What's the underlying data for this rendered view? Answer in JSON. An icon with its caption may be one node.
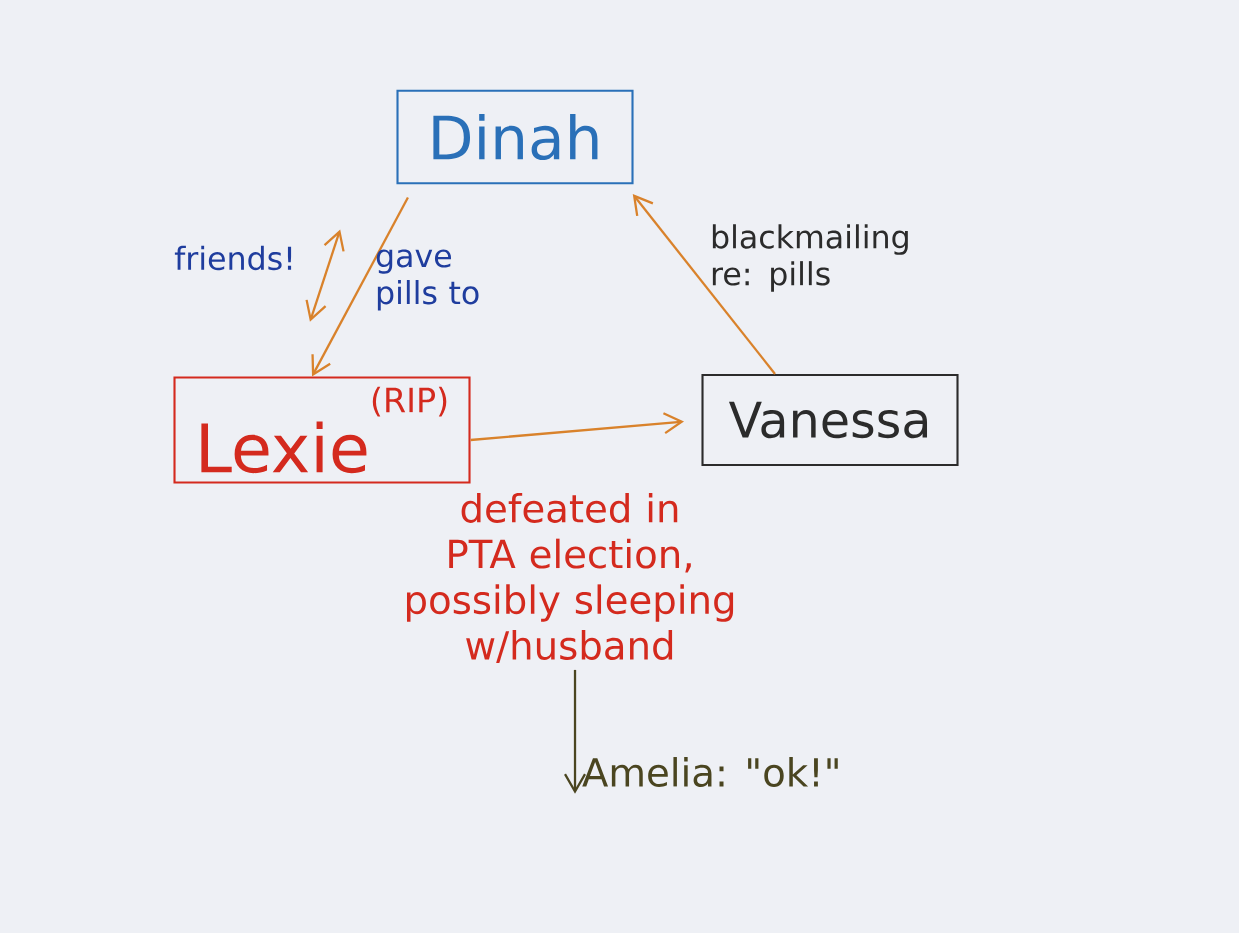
{
  "diagram": {
    "nodes": [
      {
        "text": [
          "Dinah"
        ]
      },
      {
        "text": [
          "Lexie",
          "(RIP)"
        ]
      },
      {
        "text": [
          "Vanessa"
        ]
      },
      {
        "text": [
          "defeated in PTA election, possibly sleeping w/husband"
        ]
      },
      {
        "text": [
          "Amelia: \"ok!\""
        ]
      }
    ],
    "edges": [
      {
        "from": 1,
        "to": 0,
        "arrow": "both",
        "label": "friends!"
      },
      {
        "from": 0,
        "to": 1,
        "arrow": "to",
        "label": "gave pills to"
      },
      {
        "from": 2,
        "to": 0,
        "arrow": "to",
        "label": "blackmailing re: pills"
      },
      {
        "from": 1,
        "to": 2,
        "arrow": "to"
      },
      {
        "from": 3,
        "to": 4,
        "arrow": "to",
        "color": "#4a4520"
      }
    ]
  }
}
